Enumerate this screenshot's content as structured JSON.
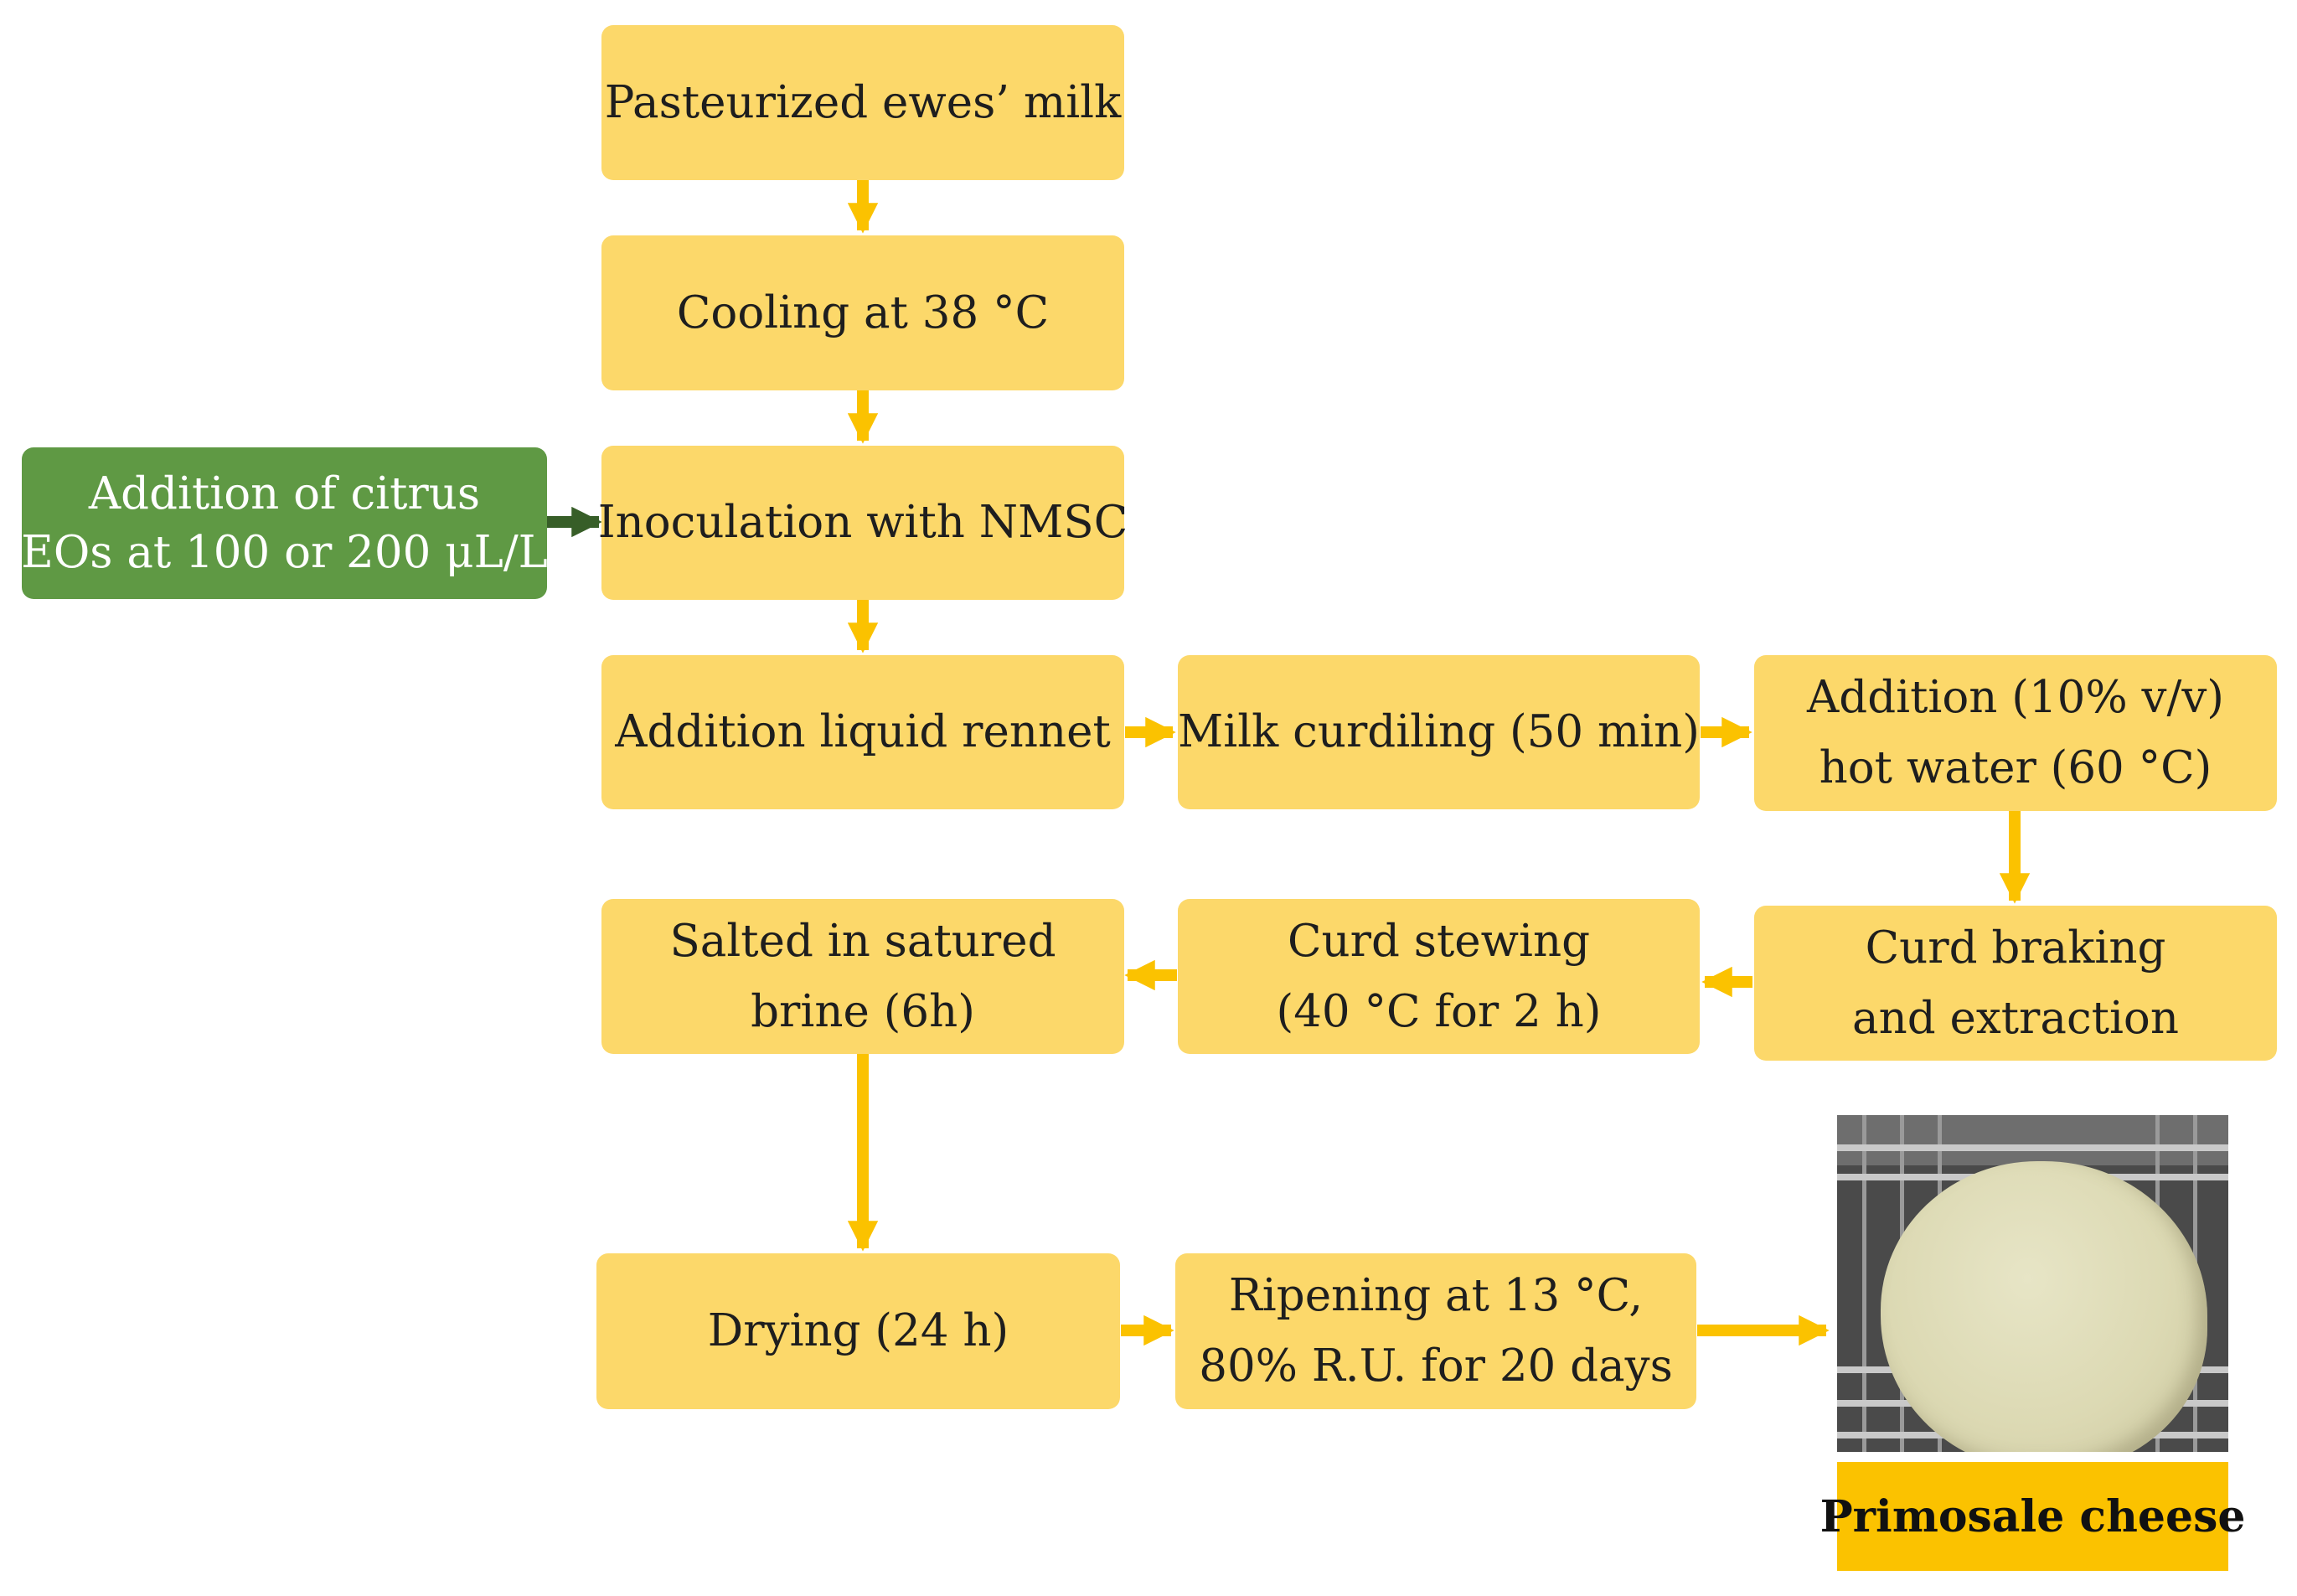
{
  "steps": {
    "pasteurized": [
      "Pasteurized ewes’ milk"
    ],
    "cooling": [
      "Cooling at 38 °C"
    ],
    "inoculation": [
      "Inoculation with NMSC"
    ],
    "rennet": [
      "Addition liquid rennet"
    ],
    "curdling": [
      "Milk curdiling (50 min)"
    ],
    "hot_water": [
      "Addition (10% v/v)",
      "hot water (60 °C)"
    ],
    "braking": [
      "Curd braking",
      "and extraction"
    ],
    "stewing": [
      "Curd stewing",
      "(40 °C for 2 h)"
    ],
    "salted": [
      "Salted in satured",
      "brine (6h)"
    ],
    "drying": [
      "Drying (24 h)"
    ],
    "ripening": [
      "Ripening at 13 °C,",
      "80% R.U. for 20 days"
    ]
  },
  "addition_eos": [
    "Addition  of citrus",
    "EOs  at 100 or 200 μL/L"
  ],
  "product_label": "Primosale cheese",
  "colors": {
    "step_fill": "#fcd86a",
    "arrow": "#fbc200",
    "additive_fill": "#5f9944",
    "additive_arrow": "#375e28",
    "label_fill": "#fbc200"
  }
}
